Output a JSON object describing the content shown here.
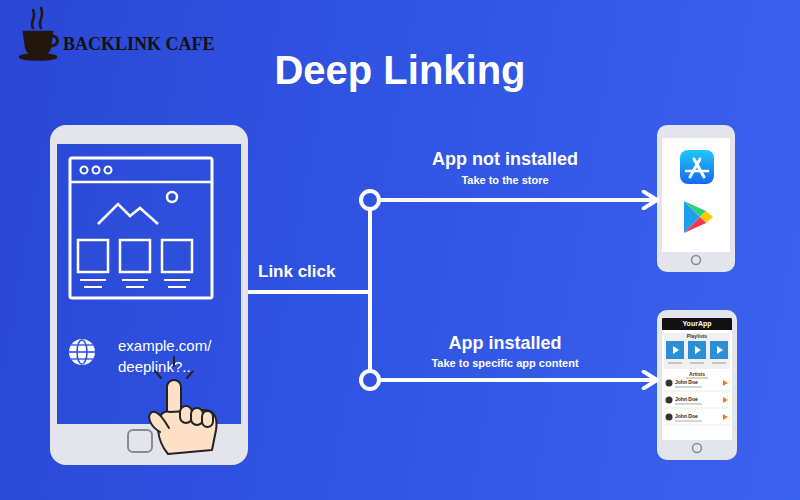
{
  "diagram": {
    "title": "Deep Linking",
    "nodes": [
      {
        "text": [
          "example.com/ deeplink?..."
        ]
      },
      {
        "text": []
      },
      {
        "text": [
          "YourApp",
          "Playlists",
          "Artists",
          "John Doe",
          "John Doe",
          "John Doe"
        ]
      }
    ],
    "edges": [
      {
        "from": 0,
        "to": 1,
        "arrow": "to",
        "label": "App not installed"
      },
      {
        "from": 0,
        "to": 2,
        "arrow": "to",
        "label": "App installed"
      }
    ],
    "labels": [
      "BACKLINK CAFE",
      "Link click",
      "Take to the store",
      "Take to specific app content"
    ]
  }
}
